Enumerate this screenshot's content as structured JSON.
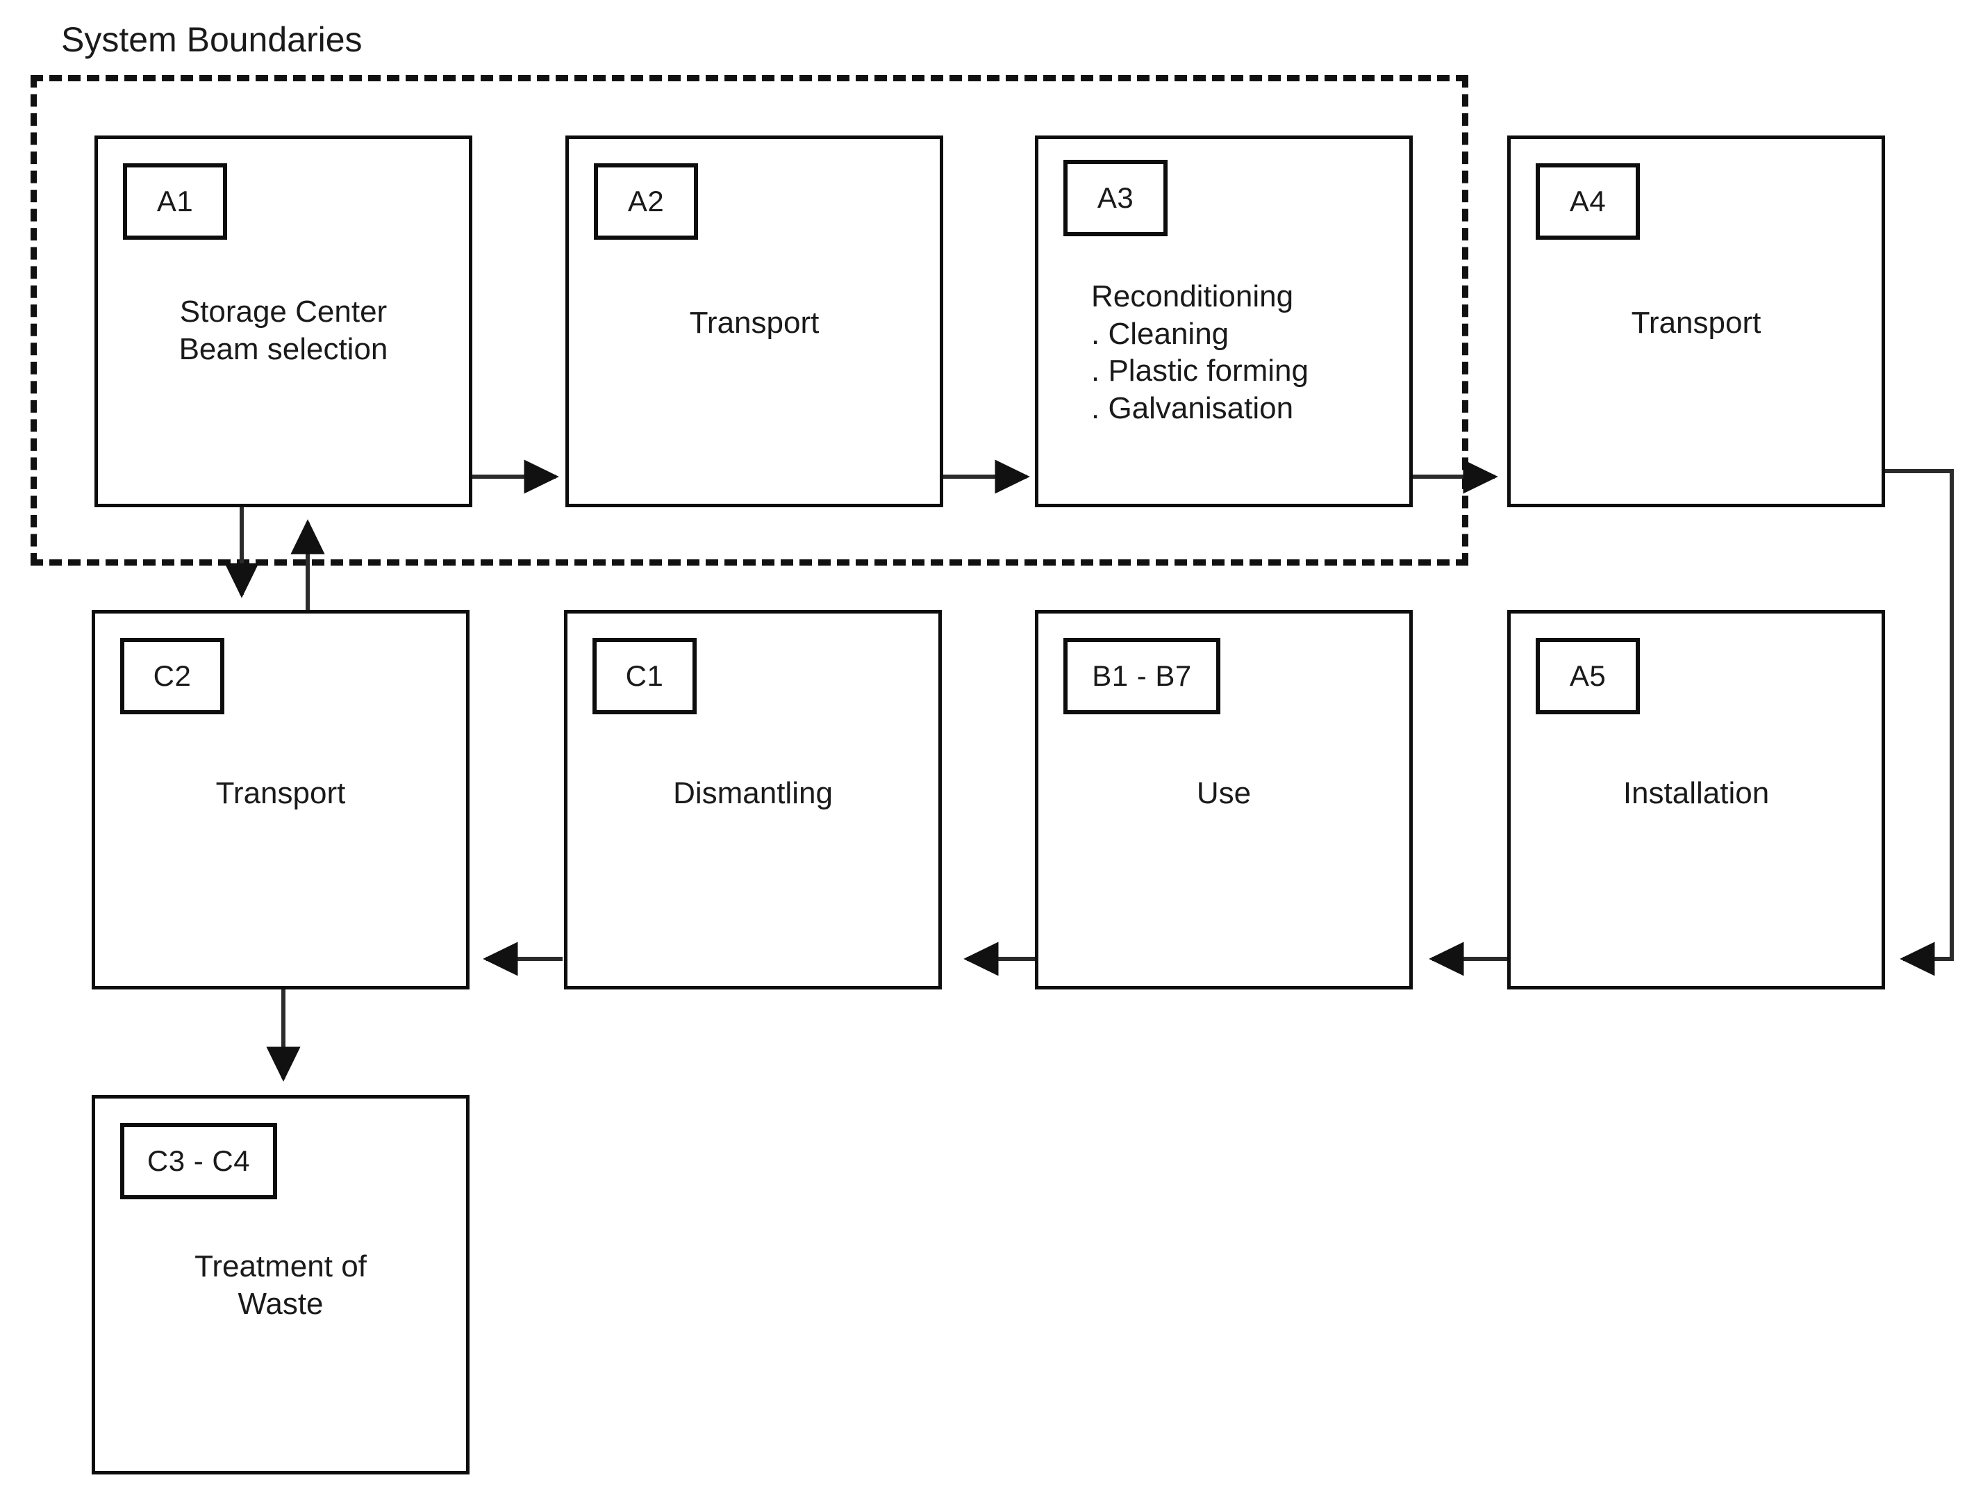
{
  "diagram": {
    "title": "System Boundaries",
    "boundary_label": "System Boundaries",
    "nodes": [
      {
        "id": "A1",
        "tag": "A1",
        "text": "Storage Center\nBeam selection",
        "row": 1,
        "column": 1,
        "inside_boundary": true
      },
      {
        "id": "A2",
        "tag": "A2",
        "text": "Transport",
        "row": 1,
        "column": 2,
        "inside_boundary": true
      },
      {
        "id": "A3",
        "tag": "A3",
        "text": "Reconditioning\n. Cleaning\n. Plastic forming\n. Galvanisation",
        "row": 1,
        "column": 3,
        "inside_boundary": true
      },
      {
        "id": "A4",
        "tag": "A4",
        "text": "Transport",
        "row": 1,
        "column": 4,
        "inside_boundary": false
      },
      {
        "id": "C2",
        "tag": "C2",
        "text": "Transport",
        "row": 2,
        "column": 1,
        "inside_boundary": false
      },
      {
        "id": "C1",
        "tag": "C1",
        "text": "Dismantling",
        "row": 2,
        "column": 2,
        "inside_boundary": false
      },
      {
        "id": "B",
        "tag": "B1 - B7",
        "text": "Use",
        "row": 2,
        "column": 3,
        "inside_boundary": false
      },
      {
        "id": "A5",
        "tag": "A5",
        "text": "Installation",
        "row": 2,
        "column": 4,
        "inside_boundary": false
      },
      {
        "id": "C3C4",
        "tag": "C3 - C4",
        "text": "Treatment of\nWaste",
        "row": 3,
        "column": 1,
        "inside_boundary": false
      }
    ],
    "edges": [
      {
        "from": "A1",
        "to": "A2",
        "direction": "right"
      },
      {
        "from": "A2",
        "to": "A3",
        "direction": "right"
      },
      {
        "from": "A3",
        "to": "A4",
        "direction": "right"
      },
      {
        "from": "A4",
        "to": "A5",
        "direction": "down-left"
      },
      {
        "from": "A5",
        "to": "B",
        "direction": "left"
      },
      {
        "from": "B",
        "to": "C1",
        "direction": "left"
      },
      {
        "from": "C1",
        "to": "C2",
        "direction": "left"
      },
      {
        "from": "A1",
        "to": "C2",
        "direction": "down"
      },
      {
        "from": "C2",
        "to": "A1",
        "direction": "up"
      },
      {
        "from": "C2",
        "to": "C3C4",
        "direction": "down"
      }
    ],
    "colors": {
      "stroke": "#0d0d0d",
      "text": "#1a1a1a",
      "background": "#ffffff",
      "connector": "#2b2b2b"
    }
  }
}
